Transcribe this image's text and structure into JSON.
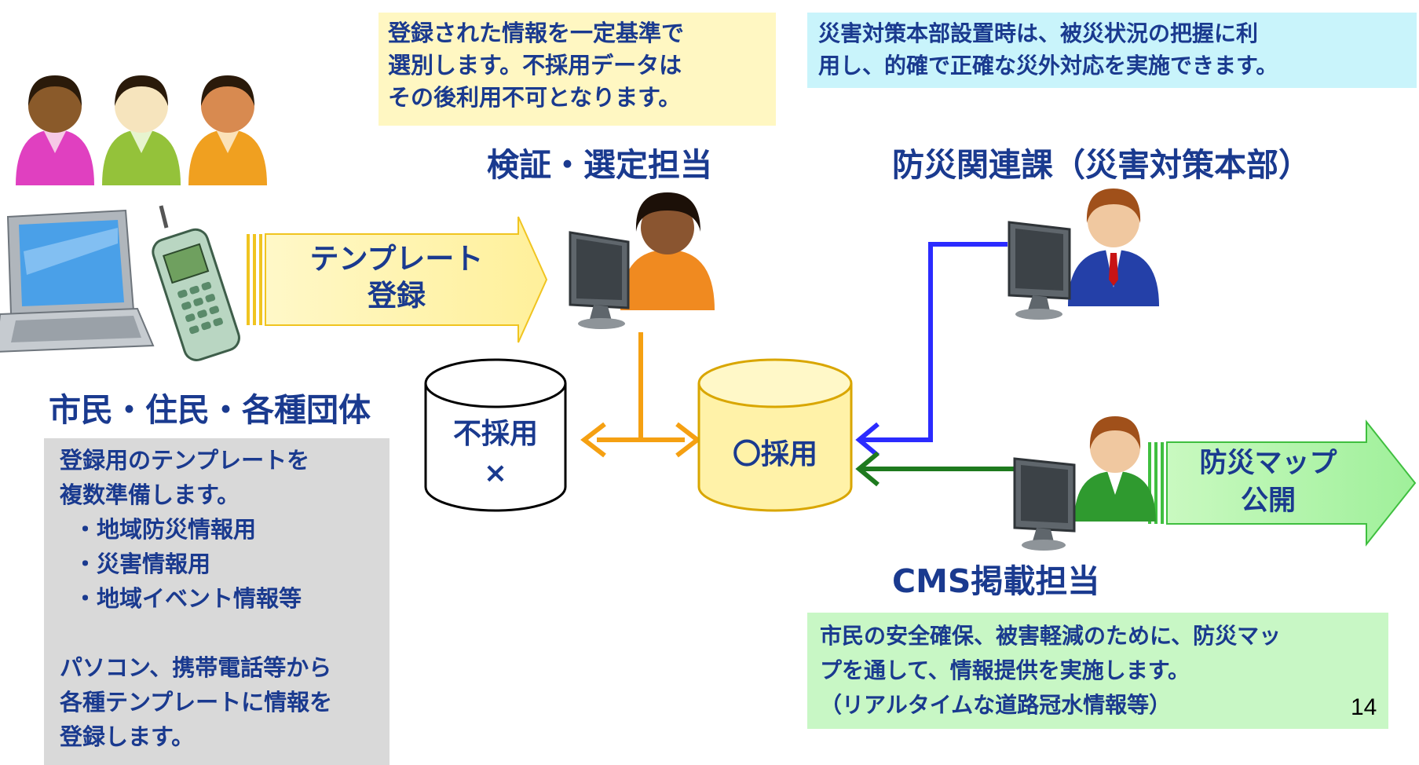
{
  "notes": {
    "selection": [
      "登録された情報を一定基準で",
      "選別します。不採用データは",
      "その後利用不可となります。"
    ],
    "hq": [
      "災害対策本部設置時は、被災状況の把握に利",
      "用し、的確で正確な災外対応を実施できます。"
    ],
    "citizen": [
      "登録用のテンプレートを",
      "複数準備します。",
      "・地域防災情報用",
      "・災害情報用",
      "・地域イベント情報等",
      "",
      "パソコン、携帯電話等から",
      "各種テンプレートに情報を",
      "登録します。"
    ],
    "cms": [
      "市民の安全確保、被害軽減のために、防災マッ",
      "プを通して、情報提供を実施します。",
      "（リアルタイムな道路冠水情報等）"
    ]
  },
  "roles": {
    "selection": "検証・選定担当",
    "disaster": "防災関連課（災害対策本部）",
    "citizens": "市民・住民・各種団体",
    "cms": "CMS掲載担当"
  },
  "arrows": {
    "template": [
      "テンプレート",
      "登録"
    ],
    "map": [
      "防災マップ",
      "公開"
    ]
  },
  "databases": {
    "rejected": [
      "不採用",
      "×"
    ],
    "adopted": "〇採用"
  },
  "page_number": "14",
  "colors": {
    "text": "#1a3a8f",
    "orange_connector": "#f5a012",
    "blue_connector": "#2b2bff",
    "green_connector": "#1e7a1e",
    "template_arrow_fill": "#fff7b5",
    "map_arrow_fill": "#b9f7b0"
  }
}
